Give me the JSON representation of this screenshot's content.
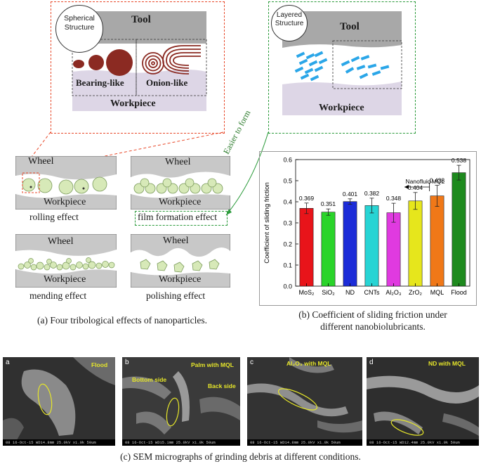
{
  "zoom_left": {
    "structure": [
      "Spherical",
      "Structure"
    ],
    "tool": "Tool",
    "bearing": "Bearing-like",
    "onion": "Onion-like",
    "workpiece": "Workpiece",
    "colors": {
      "particle": "#8b2a22",
      "tool": "#a8a8a8",
      "workpiece": "#ddd6e6",
      "border": "#e8492a"
    }
  },
  "zoom_right": {
    "structure": [
      "Layered",
      "Structure"
    ],
    "tool": "Tool",
    "workpiece": "Workpiece",
    "colors": {
      "flakes": "#2aa6e8",
      "border": "#2a9a3a"
    }
  },
  "easier": "Easier to form",
  "effects": [
    {
      "wheel": "Wheel",
      "workpiece": "Workpiece",
      "label": "rolling effect"
    },
    {
      "wheel": "Wheel",
      "workpiece": "Workpiece",
      "label": "film formation effect"
    },
    {
      "wheel": "Wheel",
      "workpiece": "Workpiece",
      "label": "mending effect"
    },
    {
      "wheel": "Wheel",
      "workpiece": "Workpiece",
      "label": "polishing effect"
    }
  ],
  "chart_data": {
    "type": "bar",
    "categories": [
      "MoS₂",
      "SiO₂",
      "ND",
      "CNTs",
      "Al₂O₃",
      "ZrO₂",
      "MQL",
      "Flood"
    ],
    "values": [
      0.369,
      0.351,
      0.401,
      0.382,
      0.348,
      0.404,
      0.428,
      0.538
    ],
    "value_labels": [
      "0.369",
      "0.351",
      "0.401",
      "0.382",
      "0.348",
      "0.404",
      "0.428",
      "0.538"
    ],
    "errors": [
      0.025,
      0.015,
      0.013,
      0.035,
      0.045,
      0.04,
      0.05,
      0.035
    ],
    "colors": [
      "#e8141a",
      "#2ad42a",
      "#1c2cd8",
      "#27d4d4",
      "#e03ae0",
      "#e6e61c",
      "#f07818",
      "#1e8a1e"
    ],
    "ylabel": "Coefficient of sliding friction",
    "ylim": [
      0,
      0.6
    ],
    "yticks": [
      "0.0",
      "0.1",
      "0.2",
      "0.3",
      "0.4",
      "0.5",
      "0.6"
    ],
    "annotation": {
      "left": "Nanofluid",
      "right": "MQL"
    }
  },
  "captions": {
    "a": "(a) Four tribological effects of nanoparticles.",
    "b_line1": "(b) Coefficient of sliding friction under",
    "b_line2": "different nanobiolubricants.",
    "c": "(c) SEM micrographs of grinding debris at different conditions."
  },
  "sem": [
    {
      "label": "a",
      "tags": [
        "Flood"
      ],
      "footer": "08   16-Oct-15   WD14.8mm 25.0kV x1.0k   50um"
    },
    {
      "label": "b",
      "tags": [
        "Palm with MQL",
        "Bottom side",
        "Back side"
      ],
      "footer": "08   16-Oct-15   WD15.1mm 25.0kV x1.0k   50um"
    },
    {
      "label": "c",
      "tags": [
        "Al₂O₃ with MQL"
      ],
      "footer": "08   16-Oct-15   WD14.8mm 25.0kV x1.0k   50um"
    },
    {
      "label": "d",
      "tags": [
        "ND with MQL"
      ],
      "footer": "08   16-Oct-15   WD12.4mm 25.0kV x1.0k   50um"
    }
  ]
}
